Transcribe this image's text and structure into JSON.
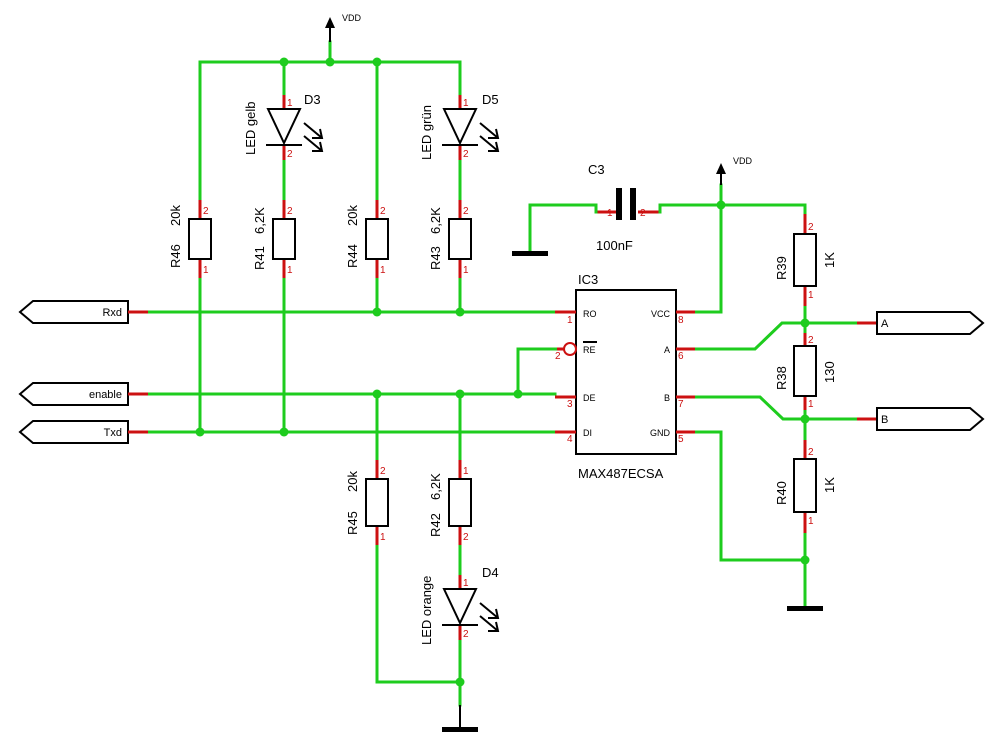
{
  "supply_label": "VDD",
  "ic": {
    "ref": "IC3",
    "part": "MAX487ECSA",
    "pins_left": [
      {
        "name": "RO",
        "num": "1"
      },
      {
        "name": "RE",
        "num": "2"
      },
      {
        "name": "DE",
        "num": "3"
      },
      {
        "name": "DI",
        "num": "4"
      }
    ],
    "pins_right": [
      {
        "name": "VCC",
        "num": "8"
      },
      {
        "name": "A",
        "num": "6"
      },
      {
        "name": "B",
        "num": "7"
      },
      {
        "name": "GND",
        "num": "5"
      }
    ]
  },
  "ports": {
    "rxd": "Rxd",
    "enable": "enable",
    "txd": "Txd",
    "a": "A",
    "b": "B"
  },
  "resistors": [
    {
      "ref": "R46",
      "value": "20k"
    },
    {
      "ref": "R41",
      "value": "6,2K"
    },
    {
      "ref": "R44",
      "value": "20k"
    },
    {
      "ref": "R43",
      "value": "6,2K"
    },
    {
      "ref": "R45",
      "value": "20k"
    },
    {
      "ref": "R42",
      "value": "6,2K"
    },
    {
      "ref": "R39",
      "value": "1K"
    },
    {
      "ref": "R38",
      "value": "130"
    },
    {
      "ref": "R40",
      "value": "1K"
    }
  ],
  "leds": [
    {
      "ref": "D3",
      "value": "LED gelb"
    },
    {
      "ref": "D5",
      "value": "LED grün"
    },
    {
      "ref": "D4",
      "value": "LED orange"
    }
  ],
  "capacitor": {
    "ref": "C3",
    "value": "100nF"
  },
  "pin_labels": {
    "one": "1",
    "two": "2"
  },
  "colors": {
    "wire": "#1ecc1e",
    "pin": "#cc1111",
    "symbol": "#000000"
  }
}
